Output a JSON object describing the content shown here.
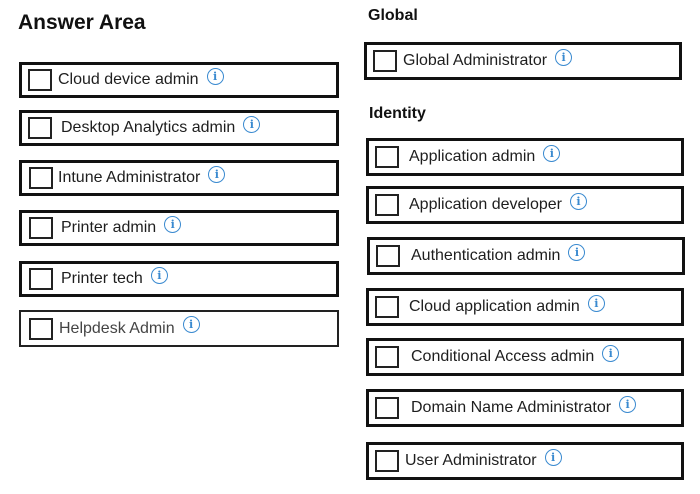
{
  "answer_area": {
    "title": "Answer Area",
    "items": [
      {
        "label": "Cloud device admin",
        "info": "i"
      },
      {
        "label": "Desktop Analytics admin",
        "info": "i"
      },
      {
        "label": "Intune Administrator",
        "info": "i"
      },
      {
        "label": "Printer admin",
        "info": "i"
      },
      {
        "label": "Printer tech",
        "info": "i"
      },
      {
        "label": "Helpdesk Admin",
        "info": "i"
      }
    ]
  },
  "global": {
    "title": "Global",
    "items": [
      {
        "label": "Global Administrator",
        "info": "i"
      }
    ]
  },
  "identity": {
    "title": "Identity",
    "items": [
      {
        "label": "Application admin",
        "info": "i"
      },
      {
        "label": "Application developer",
        "info": "i"
      },
      {
        "label": "Authentication admin",
        "info": "i"
      },
      {
        "label": "Cloud application admin",
        "info": "i"
      },
      {
        "label": "Conditional Access admin",
        "info": "i"
      },
      {
        "label": "Domain Name Administrator",
        "info": "i"
      },
      {
        "label": "User Administrator",
        "info": "i"
      }
    ]
  },
  "icons": {
    "checkbox": "checkbox-empty",
    "info": "info-circle-icon"
  },
  "colors": {
    "border": "#111111",
    "info_icon": "#3a8ad0",
    "background": "#ffffff"
  }
}
